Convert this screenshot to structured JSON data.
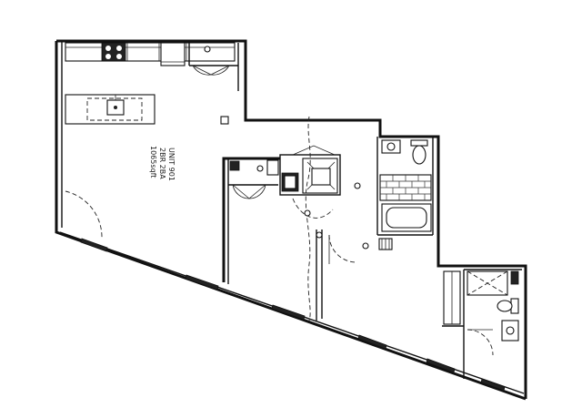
{
  "unit": {
    "name": "UNIT 901",
    "type": "2BR 2BA",
    "area": "1065sqft"
  }
}
